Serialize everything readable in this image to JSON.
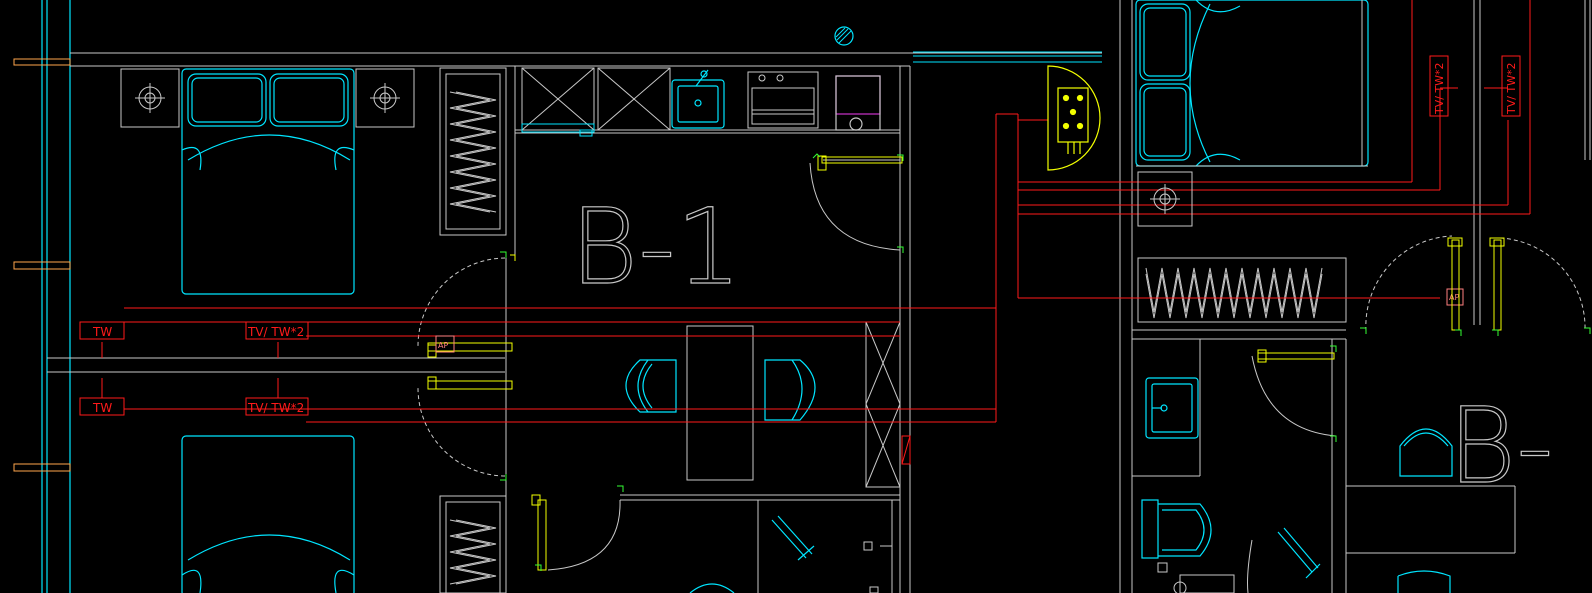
{
  "drawing": {
    "unit_labels": {
      "main": "B-1",
      "partial": "B-"
    },
    "outlet_labels": {
      "tw_upper": "TW",
      "tvtw_upper": "TV/ TW*2",
      "tw_lower": "TW",
      "tvtw_lower": "TV/ TW*2",
      "tvtw_vertical_a": "TV/ TW*2",
      "tvtw_vertical_b": "TV/ TW*2"
    },
    "ap_labels": {
      "ap_left": "AP",
      "ap_right": "AP"
    }
  },
  "colors": {
    "background": "#000000",
    "wall": "#c8c8c8",
    "furniture": "#00e5ff",
    "circuit": "#ff1a1a",
    "door_handle": "#f2ff00",
    "hinge": "#33ff33",
    "appliance": "#cc33cc",
    "white": "#ffffff",
    "gray": "#8a8a8a"
  }
}
